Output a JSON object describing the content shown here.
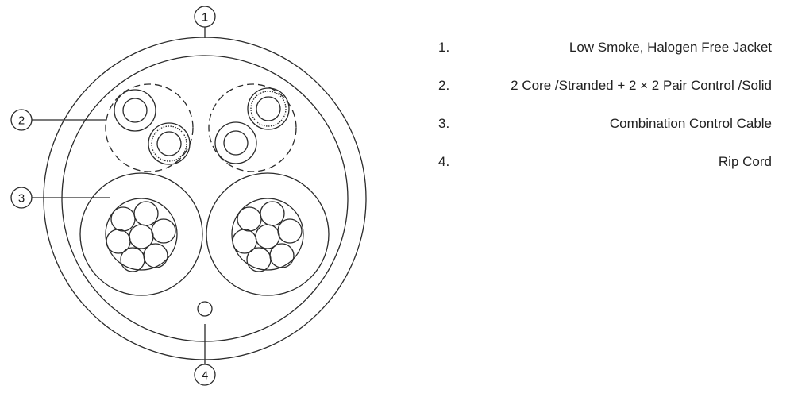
{
  "callouts": [
    "1",
    "2",
    "3",
    "4"
  ],
  "legend": [
    {
      "number": "1.",
      "label": "Low Smoke, Halogen Free Jacket"
    },
    {
      "number": "2.",
      "label": "2 Core /Stranded + 2 × 2 Pair Control /Solid"
    },
    {
      "number": "3.",
      "label": "Combination Control Cable"
    },
    {
      "number": "4.",
      "label": "Rip Cord"
    }
  ],
  "colors": {
    "stroke": "#2a2a2a",
    "text": "#222222",
    "background": "#ffffff"
  }
}
